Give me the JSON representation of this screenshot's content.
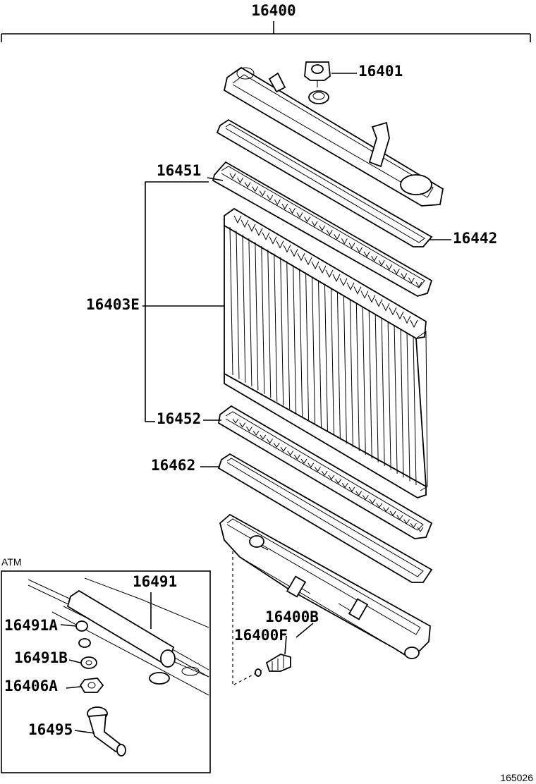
{
  "labels": {
    "assembly": "16400",
    "cap": "16401",
    "tank_upper": "16451",
    "gasket_upper": "16442",
    "core": "16403E",
    "tank_lower": "16452",
    "gasket_lower": "16462",
    "drain_cock": "16400B",
    "drain_plug": "16400F",
    "atm_title": "ATM",
    "atm_pipe": "16491",
    "atm_gasket_a": "16491A",
    "atm_gasket_b": "16491B",
    "atm_nut": "16406A",
    "atm_hose": "16495",
    "figure_number": "165026"
  },
  "icons": {
    "cap": "radiator-cap-icon",
    "core": "radiator-core-icon",
    "upper_tank": "upper-tank-icon",
    "lower_tank": "lower-tank-icon",
    "gasket": "gasket-icon",
    "drain_cock": "drain-cock-icon",
    "oil_cooler_pipe": "oil-cooler-pipe-icon"
  }
}
